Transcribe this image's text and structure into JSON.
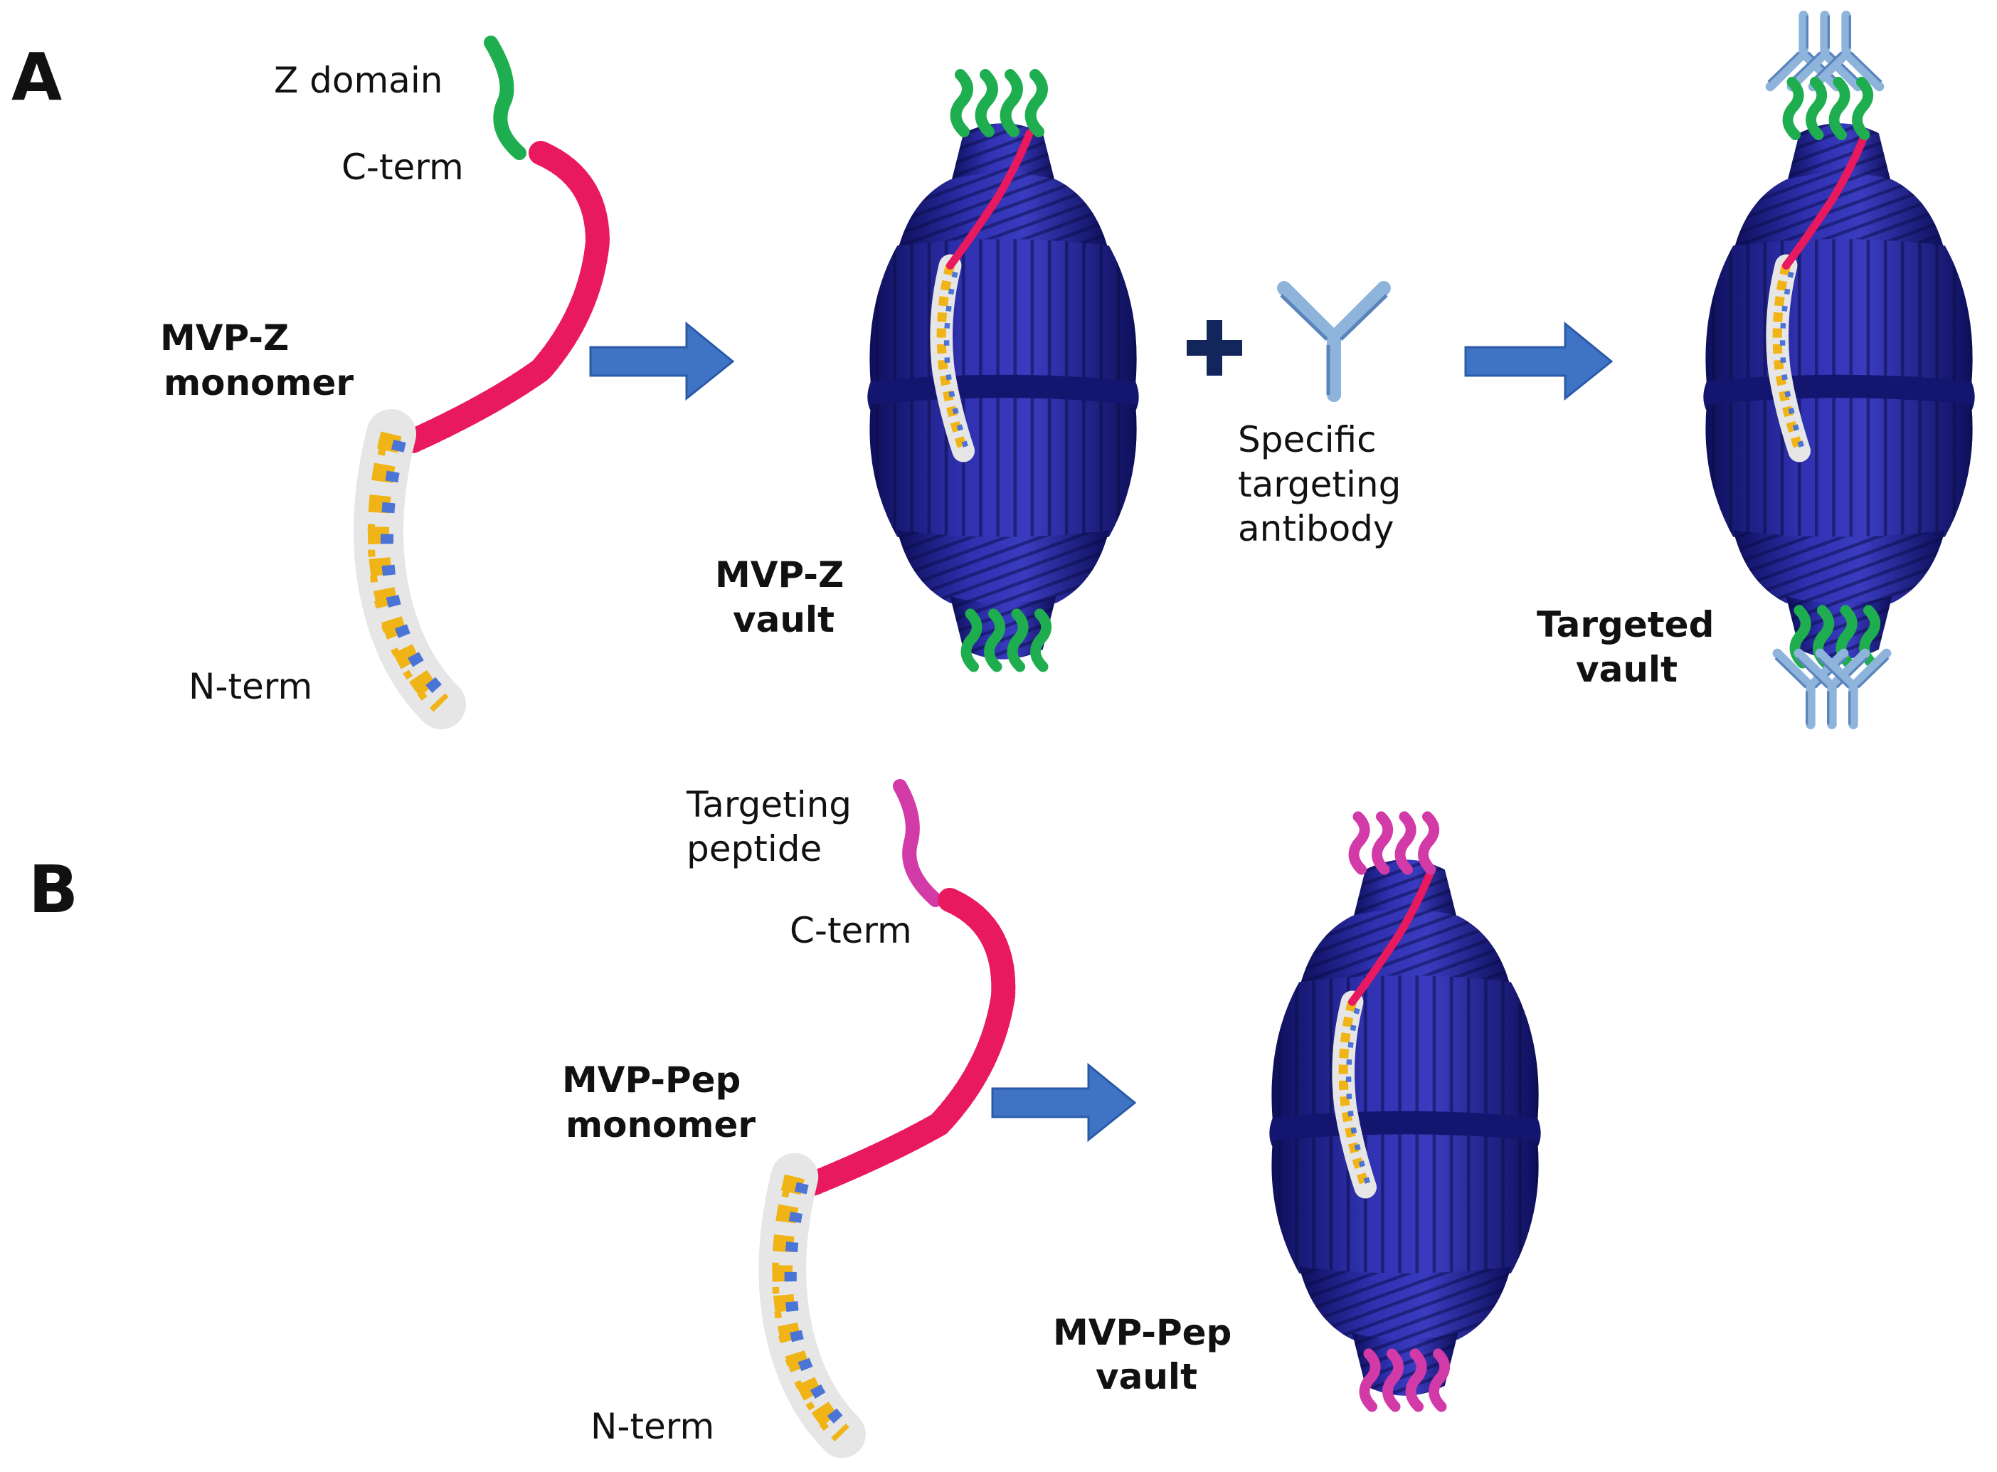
{
  "colors": {
    "vault": "#1e1f8a",
    "vault_light": "#3a3cc0",
    "vault_dark": "#0e0f5a",
    "linker": "#e8195f",
    "z_domain": "#1fae4f",
    "peptide": "#d23aa8",
    "helix_yellow": "#f0b417",
    "helix_blue": "#4a74d6",
    "helix_white": "#e6e6e6",
    "arrow": "#3f73c4",
    "antibody": "#8fb4dc",
    "plus": "#12265c"
  },
  "panel_a": {
    "letter": "A",
    "z_domain_label": "Z domain",
    "c_term_label": "C-term",
    "n_term_label": "N-term",
    "monomer_label_1": "MVP-Z",
    "monomer_label_2": "monomer",
    "vault_label_1": "MVP-Z",
    "vault_label_2": "vault",
    "antibody_label_1": "Specific",
    "antibody_label_2": "targeting",
    "antibody_label_3": "antibody",
    "targeted_label_1": "Targeted",
    "targeted_label_2": "vault"
  },
  "panel_b": {
    "letter": "B",
    "peptide_label_1": "Targeting",
    "peptide_label_2": "peptide",
    "c_term_label": "C-term",
    "n_term_label": "N-term",
    "monomer_label_1": "MVP-Pep",
    "monomer_label_2": "monomer",
    "vault_label_1": "MVP-Pep",
    "vault_label_2": "vault"
  }
}
